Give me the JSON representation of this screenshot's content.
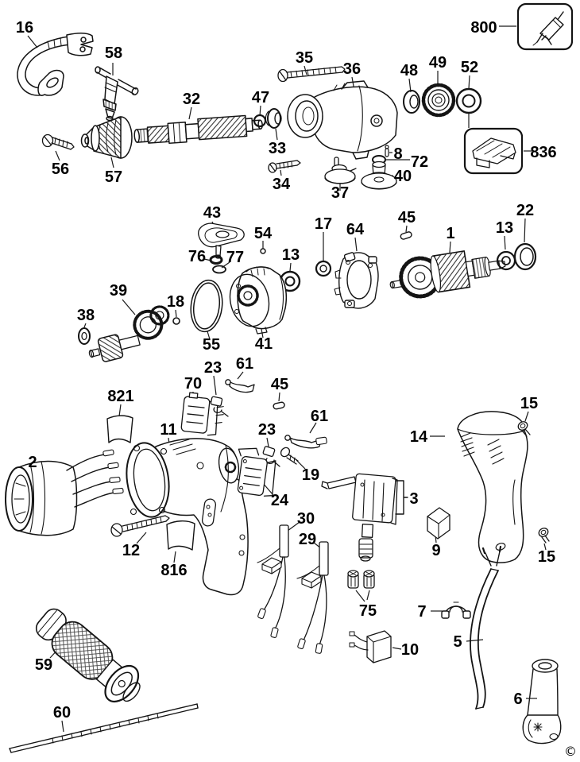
{
  "callouts": [
    {
      "label": "16"
    },
    {
      "label": "58"
    },
    {
      "label": "56"
    },
    {
      "label": "57"
    },
    {
      "label": "32"
    },
    {
      "label": "47"
    },
    {
      "label": "33"
    },
    {
      "label": "34"
    },
    {
      "label": "35"
    },
    {
      "label": "36"
    },
    {
      "label": "48"
    },
    {
      "label": "49"
    },
    {
      "label": "52"
    },
    {
      "label": "800"
    },
    {
      "label": "836"
    },
    {
      "label": "8"
    },
    {
      "label": "72"
    },
    {
      "label": "40"
    },
    {
      "label": "37"
    },
    {
      "label": "43"
    },
    {
      "label": "54"
    },
    {
      "label": "76"
    },
    {
      "label": "77"
    },
    {
      "label": "17"
    },
    {
      "label": "64"
    },
    {
      "label": "45"
    },
    {
      "label": "1"
    },
    {
      "label": "13"
    },
    {
      "label": "22"
    },
    {
      "label": "13"
    },
    {
      "label": "39"
    },
    {
      "label": "18"
    },
    {
      "label": "38"
    },
    {
      "label": "55"
    },
    {
      "label": "41"
    },
    {
      "label": "70"
    },
    {
      "label": "23"
    },
    {
      "label": "61"
    },
    {
      "label": "45"
    },
    {
      "label": "821"
    },
    {
      "label": "11"
    },
    {
      "label": "2"
    },
    {
      "label": "23"
    },
    {
      "label": "24"
    },
    {
      "label": "61"
    },
    {
      "label": "19"
    },
    {
      "label": "14"
    },
    {
      "label": "15"
    },
    {
      "label": "15"
    },
    {
      "label": "3"
    },
    {
      "label": "9"
    },
    {
      "label": "12"
    },
    {
      "label": "816"
    },
    {
      "label": "30"
    },
    {
      "label": "29"
    },
    {
      "label": "75"
    },
    {
      "label": "7"
    },
    {
      "label": "10"
    },
    {
      "label": "5"
    },
    {
      "label": "6"
    },
    {
      "label": "59"
    },
    {
      "label": "60"
    }
  ],
  "copyright_symbol": "©"
}
